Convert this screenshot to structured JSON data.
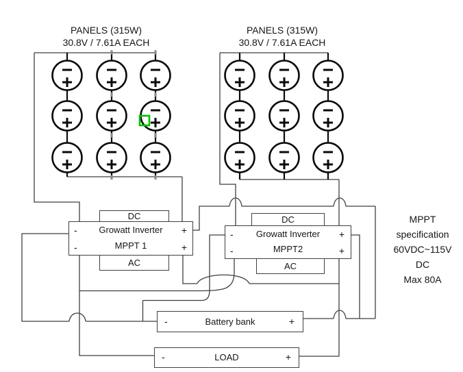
{
  "left_panel_group": {
    "title_line1": "PANELS (315W)",
    "title_line2": "30.8V / 7.61A EACH",
    "modules": 9
  },
  "right_panel_group": {
    "title_line1": "PANELS (315W)",
    "title_line2": "30.8V / 7.61A EACH",
    "modules": 9
  },
  "inverter1": {
    "name_line1": "Growatt Inverter",
    "name_line2": "MPPT 1",
    "dc_label": "DC",
    "ac_label": "AC"
  },
  "inverter2": {
    "name_line1": "Growatt Inverter",
    "name_line2": "MPPT2",
    "dc_label": "DC",
    "ac_label": "AC"
  },
  "mppt_spec": {
    "lines": [
      "MPPT",
      "specification",
      "60VDC~115V",
      "DC",
      "Max 80A"
    ]
  },
  "battery": {
    "label": "Battery bank"
  },
  "load": {
    "label": "LOAD"
  },
  "symbols": {
    "plus": "+",
    "minus": "-"
  },
  "colors": {
    "wire": "#3f3f3f",
    "component_stroke": "#0a0a0a",
    "highlight_green": "#00c300",
    "connector_gray": "#8a8a8a"
  }
}
